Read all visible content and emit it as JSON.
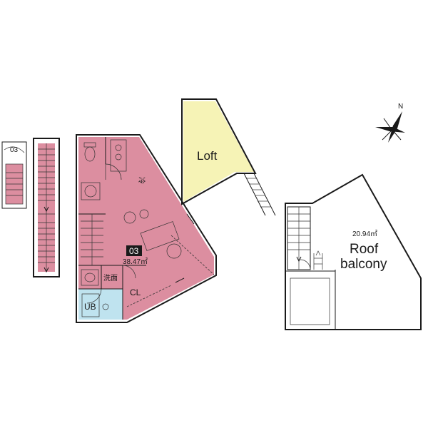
{
  "colors": {
    "unit_fill": "#dc8ea0",
    "loft_fill": "#f6f3b6",
    "bath_fill": "#bfe3ef",
    "wall": "#1a1a1a"
  },
  "labels": {
    "stair_tag": "03",
    "unit_number": "03",
    "unit_area": "38.47㎡",
    "kitchen": "冷",
    "washroom": "洗面",
    "closet": "CL",
    "bath": "UB",
    "loft": "Loft",
    "roof_area": "20.94㎡",
    "roof_line1": "Roof",
    "roof_line2": "balcony",
    "north": "N"
  },
  "icons": [
    "compass-rose-icon",
    "toilet-icon",
    "washing-machine-icon",
    "sink-icon",
    "stairs-icon",
    "door-swing-icon"
  ]
}
